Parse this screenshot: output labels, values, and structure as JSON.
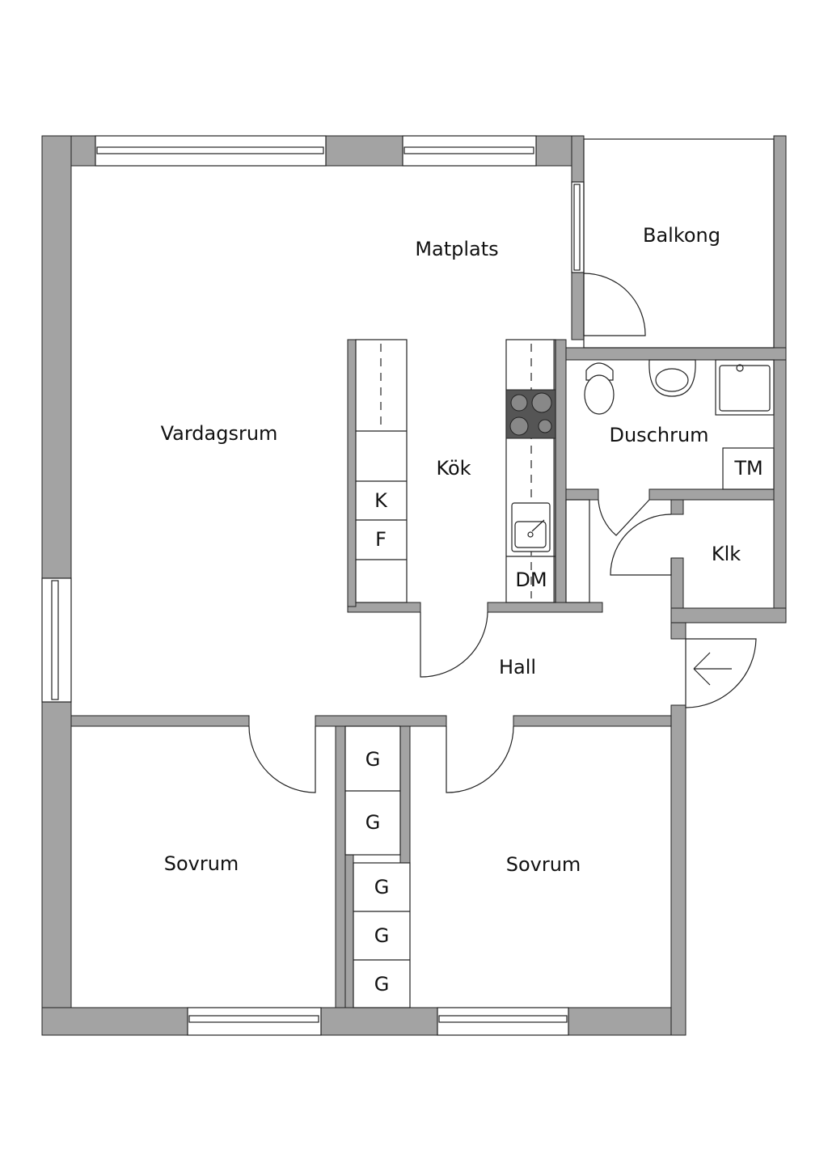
{
  "rooms": {
    "matplats": "Matplats",
    "balkong": "Balkong",
    "vardagsrum": "Vardagsrum",
    "kok": "Kök",
    "duschrum": "Duschrum",
    "hall": "Hall",
    "klk": "Klk",
    "sovrum_left": "Sovrum",
    "sovrum_right": "Sovrum"
  },
  "fixtures": {
    "tm": "TM",
    "dm": "DM",
    "k": "K",
    "f": "F",
    "g": [
      "G",
      "G",
      "G",
      "G",
      "G"
    ]
  },
  "colors": {
    "wall": "#a3a3a3",
    "stove": "#555555",
    "line": "#222222"
  }
}
